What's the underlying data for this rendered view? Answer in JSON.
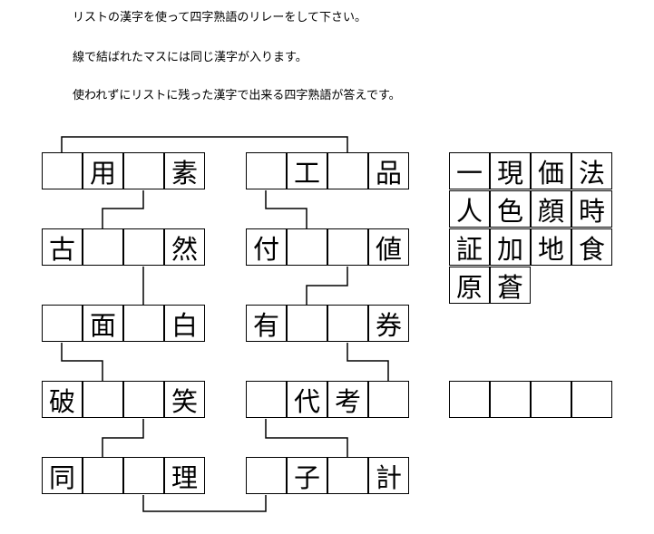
{
  "instructions": [
    "リストの漢字を使って四字熟語のリレーをして下さい。",
    "線で結ばれたマスには同じ漢字が入ります。",
    "使われずにリストに残った漢字で出来る四字熟語が答えです。"
  ],
  "puzzle": {
    "left_rows": [
      [
        "",
        "用",
        "",
        "素"
      ],
      [
        "古",
        "",
        "",
        "然"
      ],
      [
        "",
        "面",
        "",
        "白"
      ],
      [
        "破",
        "",
        "",
        "笑"
      ],
      [
        "同",
        "",
        "",
        "理"
      ]
    ],
    "right_rows": [
      [
        "",
        "工",
        "",
        "品"
      ],
      [
        "付",
        "",
        "",
        "値"
      ],
      [
        "有",
        "",
        "",
        "券"
      ],
      [
        "",
        "代",
        "考",
        ""
      ],
      [
        "",
        "子",
        "",
        "計"
      ]
    ]
  },
  "kanji_list": [
    [
      "一",
      "現",
      "価",
      "法"
    ],
    [
      "人",
      "色",
      "顔",
      "時"
    ],
    [
      "証",
      "加",
      "地",
      "食"
    ],
    [
      "原",
      "蒼"
    ]
  ],
  "answer_cells": [
    "",
    "",
    "",
    ""
  ]
}
